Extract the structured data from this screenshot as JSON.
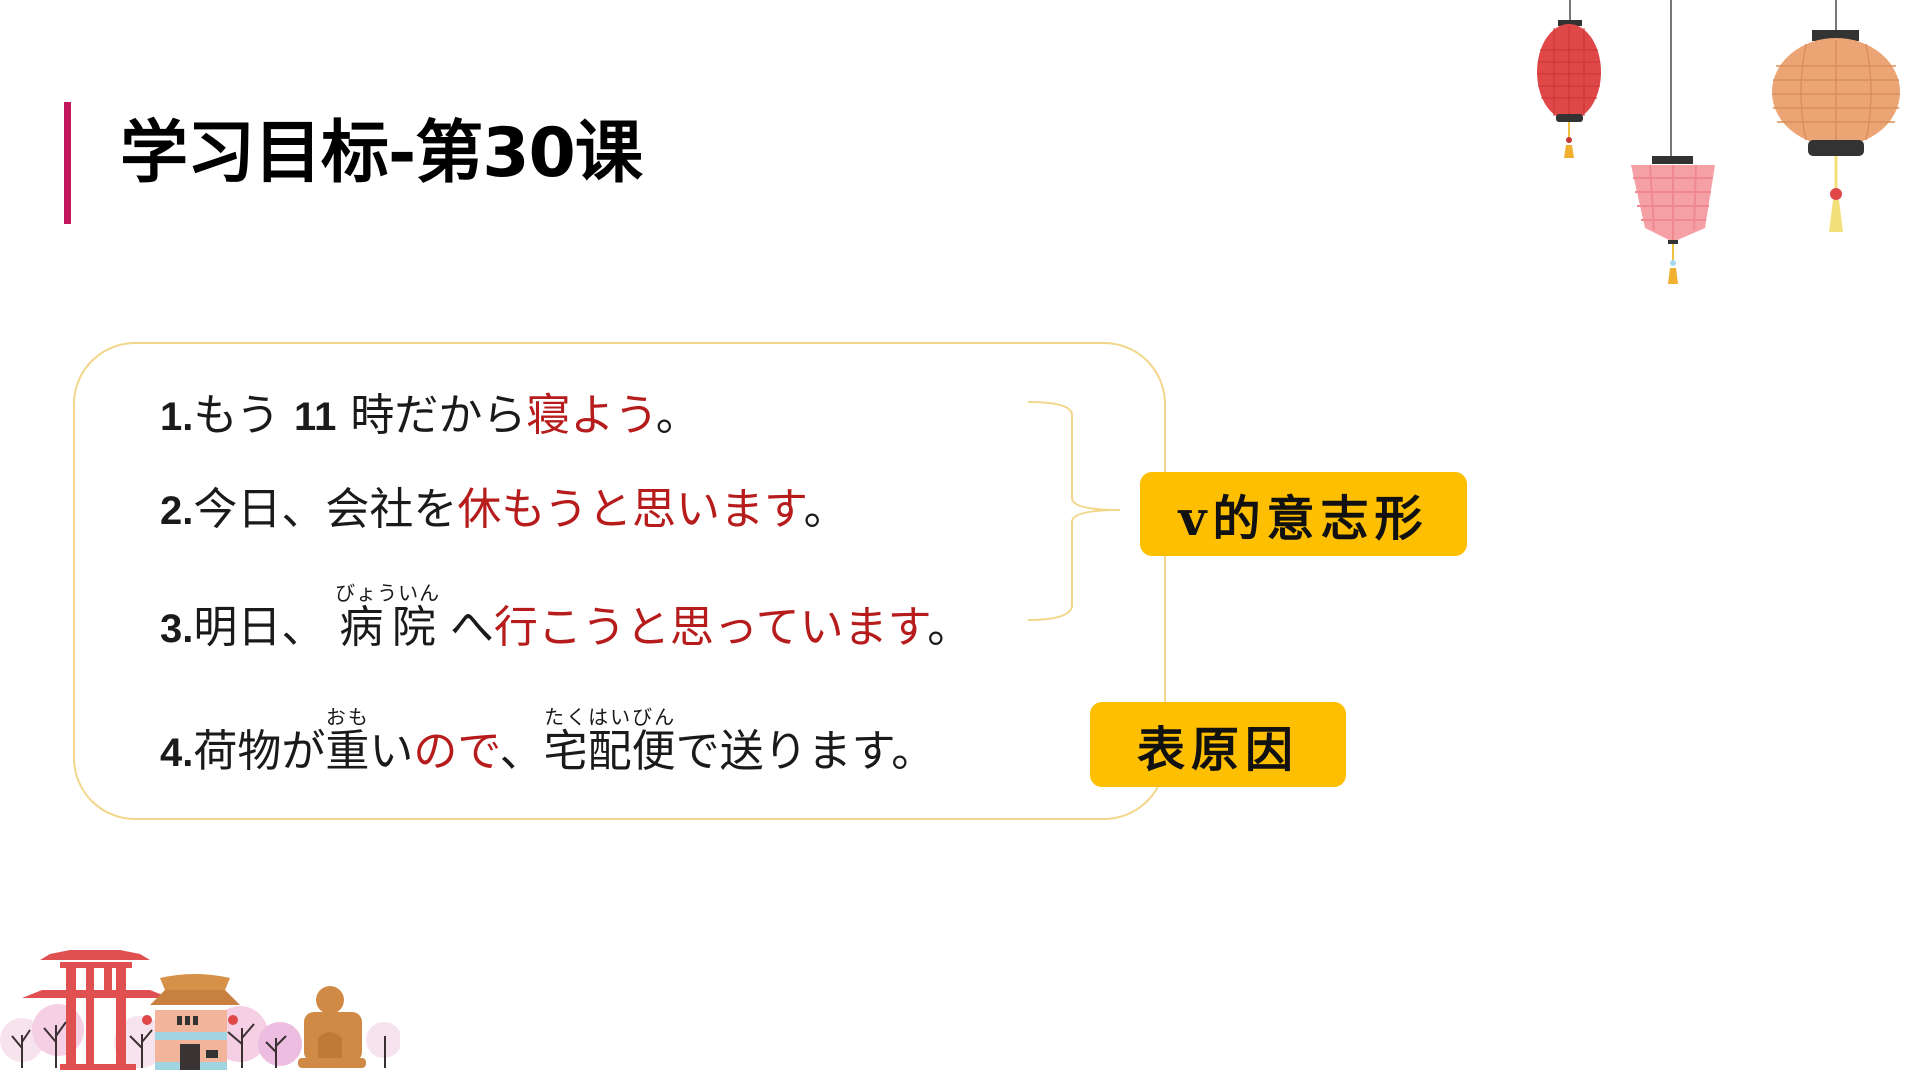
{
  "title": "学习目标-第30课",
  "colors": {
    "accent_bar": "#c2185b",
    "highlight_red": "#b71c1c",
    "badge_yellow": "#fdbf00",
    "box_border": "#f2d68a"
  },
  "sentences": [
    {
      "number": "1.",
      "parts": {
        "a": "もう",
        "b": "11",
        "c": "時だから",
        "red": "寝よう",
        "end": "。"
      }
    },
    {
      "number": "2.",
      "parts": {
        "a": "今日、会社を",
        "red": "休もうと思います",
        "end": "。"
      }
    },
    {
      "number": "3.",
      "parts": {
        "a": "明日、",
        "ruby_base": "病院",
        "ruby_text": "びょういん",
        "b": "へ",
        "red": "行こうと思っています",
        "end": "。"
      }
    },
    {
      "number": "4.",
      "parts": {
        "a": "荷物が",
        "ruby1_base": "重",
        "ruby1_text": "おも",
        "b": "い",
        "red": "ので",
        "c": "、",
        "ruby2_base": "宅配便",
        "ruby2_text": "たくはいびん",
        "d": "で送ります。"
      }
    }
  ],
  "labels": {
    "volitional": "v的意志形",
    "reason": "表原因"
  },
  "decorations": {
    "top_right": "hanging-lanterns",
    "bottom_left": "temple-landscape"
  }
}
